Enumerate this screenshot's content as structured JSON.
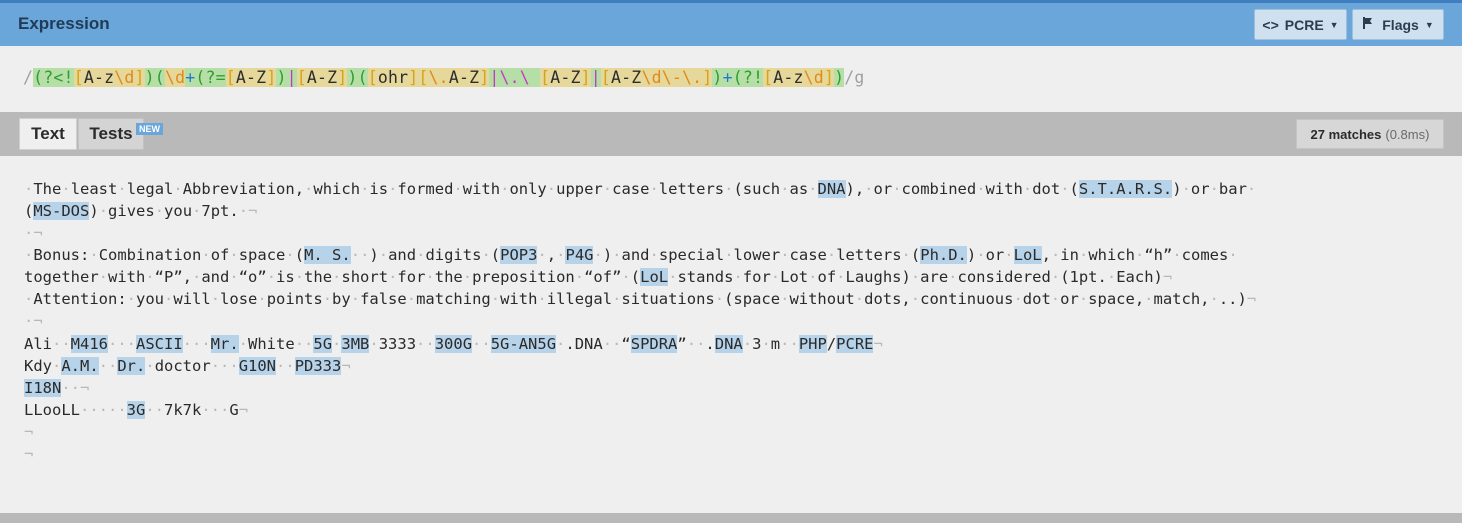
{
  "header": {
    "title": "Expression",
    "flavor_label": "PCRE",
    "flags_label": "Flags"
  },
  "regex": {
    "open_slash": "/",
    "tokens": [
      {
        "t": "(?<!",
        "c": "grp"
      },
      {
        "t": "[",
        "c": "clsb"
      },
      {
        "t": "A-z",
        "c": "cls"
      },
      {
        "t": "\\d",
        "c": "esc"
      },
      {
        "t": "]",
        "c": "clsb"
      },
      {
        "t": ")",
        "c": "grp"
      },
      {
        "t": "(",
        "c": "grp"
      },
      {
        "t": "\\d",
        "c": "esc"
      },
      {
        "t": "+",
        "c": "quant"
      },
      {
        "t": "(?=",
        "c": "grp"
      },
      {
        "t": "[",
        "c": "clsb"
      },
      {
        "t": "A-Z",
        "c": "cls"
      },
      {
        "t": "]",
        "c": "clsb"
      },
      {
        "t": ")",
        "c": "grp"
      },
      {
        "t": "|",
        "c": "alt"
      },
      {
        "t": "[",
        "c": "clsb"
      },
      {
        "t": "A-Z",
        "c": "cls"
      },
      {
        "t": "]",
        "c": "clsb"
      },
      {
        "t": ")",
        "c": "grp"
      },
      {
        "t": "(",
        "c": "grp"
      },
      {
        "t": "[",
        "c": "clsb"
      },
      {
        "t": "ohr",
        "c": "cls"
      },
      {
        "t": "]",
        "c": "clsb"
      },
      {
        "t": "[",
        "c": "clsb"
      },
      {
        "t": "\\.",
        "c": "esc"
      },
      {
        "t": "A-Z",
        "c": "cls"
      },
      {
        "t": "]",
        "c": "clsb"
      },
      {
        "t": "|",
        "c": "alt"
      },
      {
        "t": "\\.",
        "c": "esc2"
      },
      {
        "t": "\\ ",
        "c": "esc2"
      },
      {
        "t": "[",
        "c": "clsb"
      },
      {
        "t": "A-Z",
        "c": "cls"
      },
      {
        "t": "]",
        "c": "clsb"
      },
      {
        "t": "|",
        "c": "alt"
      },
      {
        "t": "[",
        "c": "clsb"
      },
      {
        "t": "A-Z",
        "c": "cls"
      },
      {
        "t": "\\d",
        "c": "esc"
      },
      {
        "t": "\\-",
        "c": "esc"
      },
      {
        "t": "\\.",
        "c": "esc"
      },
      {
        "t": "]",
        "c": "clsb"
      },
      {
        "t": ")",
        "c": "grp"
      },
      {
        "t": "+",
        "c": "quant"
      },
      {
        "t": "(?!",
        "c": "grp"
      },
      {
        "t": "[",
        "c": "clsb"
      },
      {
        "t": "A-z",
        "c": "cls"
      },
      {
        "t": "\\d",
        "c": "esc"
      },
      {
        "t": "]",
        "c": "clsb"
      },
      {
        "t": ")",
        "c": "grp"
      }
    ],
    "close": "/g"
  },
  "tabs": {
    "text_label": "Text",
    "tests_label": "Tests",
    "badge": "NEW"
  },
  "result": {
    "count_label": "27 matches",
    "time_label": "(0.8ms)"
  },
  "test_text": [
    {
      "segs": [
        {
          "w": "·"
        },
        {
          "s": "The"
        },
        {
          "w": "·"
        },
        {
          "s": "least"
        },
        {
          "w": "·"
        },
        {
          "s": "legal"
        },
        {
          "w": "·"
        },
        {
          "s": "Abbreviation,"
        },
        {
          "w": "·"
        },
        {
          "s": "which"
        },
        {
          "w": "·"
        },
        {
          "s": "is"
        },
        {
          "w": "·"
        },
        {
          "s": "formed"
        },
        {
          "w": "·"
        },
        {
          "s": "with"
        },
        {
          "w": "·"
        },
        {
          "s": "only"
        },
        {
          "w": "·"
        },
        {
          "s": "upper"
        },
        {
          "w": "·"
        },
        {
          "s": "case"
        },
        {
          "w": "·"
        },
        {
          "s": "letters"
        },
        {
          "w": "·"
        },
        {
          "s": "(such"
        },
        {
          "w": "·"
        },
        {
          "s": "as"
        },
        {
          "w": "·"
        },
        {
          "m": "DNA"
        },
        {
          "s": "),"
        },
        {
          "w": "·"
        },
        {
          "s": "or"
        },
        {
          "w": "·"
        },
        {
          "s": "combined"
        },
        {
          "w": "·"
        },
        {
          "s": "with"
        },
        {
          "w": "·"
        },
        {
          "s": "dot"
        },
        {
          "w": "·"
        },
        {
          "s": "("
        },
        {
          "m": "S.T.A.R.S."
        },
        {
          "s": ")"
        },
        {
          "w": "·"
        },
        {
          "s": "or"
        },
        {
          "w": "·"
        },
        {
          "s": "bar"
        },
        {
          "w": "·"
        }
      ]
    },
    {
      "segs": [
        {
          "s": "("
        },
        {
          "m": "MS-DOS"
        },
        {
          "s": ")"
        },
        {
          "w": "·"
        },
        {
          "s": "gives"
        },
        {
          "w": "·"
        },
        {
          "s": "you"
        },
        {
          "w": "·"
        },
        {
          "s": "7pt."
        },
        {
          "w": "·¬"
        }
      ]
    },
    {
      "segs": [
        {
          "w": "·¬"
        }
      ]
    },
    {
      "segs": [
        {
          "w": "·"
        },
        {
          "s": "Bonus:"
        },
        {
          "w": "·"
        },
        {
          "s": "Combination"
        },
        {
          "w": "·"
        },
        {
          "s": "of"
        },
        {
          "w": "·"
        },
        {
          "s": "space"
        },
        {
          "w": "·"
        },
        {
          "s": "("
        },
        {
          "m": "M. S."
        },
        {
          "w": "··"
        },
        {
          "s": ")"
        },
        {
          "w": "·"
        },
        {
          "s": "and"
        },
        {
          "w": "·"
        },
        {
          "s": "digits"
        },
        {
          "w": "·"
        },
        {
          "s": "("
        },
        {
          "m": "POP3"
        },
        {
          "w": "·"
        },
        {
          "s": ","
        },
        {
          "w": "·"
        },
        {
          "m": "P4G"
        },
        {
          "w": "·"
        },
        {
          "s": ")"
        },
        {
          "w": "·"
        },
        {
          "s": "and"
        },
        {
          "w": "·"
        },
        {
          "s": "special"
        },
        {
          "w": "·"
        },
        {
          "s": "lower"
        },
        {
          "w": "·"
        },
        {
          "s": "case"
        },
        {
          "w": "·"
        },
        {
          "s": "letters"
        },
        {
          "w": "·"
        },
        {
          "s": "("
        },
        {
          "m": "Ph.D."
        },
        {
          "s": ")"
        },
        {
          "w": "·"
        },
        {
          "s": "or"
        },
        {
          "w": "·"
        },
        {
          "m": "LoL"
        },
        {
          "s": ","
        },
        {
          "w": "·"
        },
        {
          "s": "in"
        },
        {
          "w": "·"
        },
        {
          "s": "which"
        },
        {
          "w": "·"
        },
        {
          "s": "“h”"
        },
        {
          "w": "·"
        },
        {
          "s": "comes"
        },
        {
          "w": "·"
        }
      ]
    },
    {
      "segs": [
        {
          "s": "together"
        },
        {
          "w": "·"
        },
        {
          "s": "with"
        },
        {
          "w": "·"
        },
        {
          "s": "“P”,"
        },
        {
          "w": "·"
        },
        {
          "s": "and"
        },
        {
          "w": "·"
        },
        {
          "s": "“o”"
        },
        {
          "w": "·"
        },
        {
          "s": "is"
        },
        {
          "w": "·"
        },
        {
          "s": "the"
        },
        {
          "w": "·"
        },
        {
          "s": "short"
        },
        {
          "w": "·"
        },
        {
          "s": "for"
        },
        {
          "w": "·"
        },
        {
          "s": "the"
        },
        {
          "w": "·"
        },
        {
          "s": "preposition"
        },
        {
          "w": "·"
        },
        {
          "s": "“of”"
        },
        {
          "w": "·"
        },
        {
          "s": "("
        },
        {
          "m": "LoL"
        },
        {
          "w": "·"
        },
        {
          "s": "stands"
        },
        {
          "w": "·"
        },
        {
          "s": "for"
        },
        {
          "w": "·"
        },
        {
          "s": "Lot"
        },
        {
          "w": "·"
        },
        {
          "s": "of"
        },
        {
          "w": "·"
        },
        {
          "s": "Laughs)"
        },
        {
          "w": "·"
        },
        {
          "s": "are"
        },
        {
          "w": "·"
        },
        {
          "s": "considered"
        },
        {
          "w": "·"
        },
        {
          "s": "(1pt."
        },
        {
          "w": "·"
        },
        {
          "s": "Each)"
        },
        {
          "w": "¬"
        }
      ]
    },
    {
      "segs": [
        {
          "w": "·"
        },
        {
          "s": "Attention:"
        },
        {
          "w": "·"
        },
        {
          "s": "you"
        },
        {
          "w": "·"
        },
        {
          "s": "will"
        },
        {
          "w": "·"
        },
        {
          "s": "lose"
        },
        {
          "w": "·"
        },
        {
          "s": "points"
        },
        {
          "w": "·"
        },
        {
          "s": "by"
        },
        {
          "w": "·"
        },
        {
          "s": "false"
        },
        {
          "w": "·"
        },
        {
          "s": "matching"
        },
        {
          "w": "·"
        },
        {
          "s": "with"
        },
        {
          "w": "·"
        },
        {
          "s": "illegal"
        },
        {
          "w": "·"
        },
        {
          "s": "situations"
        },
        {
          "w": "·"
        },
        {
          "s": "(space"
        },
        {
          "w": "·"
        },
        {
          "s": "without"
        },
        {
          "w": "·"
        },
        {
          "s": "dots,"
        },
        {
          "w": "·"
        },
        {
          "s": "continuous"
        },
        {
          "w": "·"
        },
        {
          "s": "dot"
        },
        {
          "w": "·"
        },
        {
          "s": "or"
        },
        {
          "w": "·"
        },
        {
          "s": "space,"
        },
        {
          "w": "·"
        },
        {
          "s": "match,"
        },
        {
          "w": "·"
        },
        {
          "s": "..)"
        },
        {
          "w": "¬"
        }
      ]
    },
    {
      "segs": [
        {
          "w": "·¬"
        }
      ]
    },
    {
      "segs": [
        {
          "s": "Ali"
        },
        {
          "w": "··"
        },
        {
          "m": "M416"
        },
        {
          "w": "···"
        },
        {
          "m": "ASCII"
        },
        {
          "w": "···"
        },
        {
          "m": "Mr."
        },
        {
          "w": "·"
        },
        {
          "s": "White"
        },
        {
          "w": "··"
        },
        {
          "m": "5G"
        },
        {
          "w": "·"
        },
        {
          "m": "3MB"
        },
        {
          "w": "·"
        },
        {
          "s": "3333"
        },
        {
          "w": "··"
        },
        {
          "m": "300G"
        },
        {
          "w": "··"
        },
        {
          "m": "5G-AN5G"
        },
        {
          "w": "·"
        },
        {
          "s": ".DNA"
        },
        {
          "w": "··"
        },
        {
          "s": "“"
        },
        {
          "m": "SPDRA"
        },
        {
          "s": "”"
        },
        {
          "w": "··"
        },
        {
          "s": "."
        },
        {
          "m": "DNA"
        },
        {
          "w": "·"
        },
        {
          "s": "3"
        },
        {
          "w": "·"
        },
        {
          "s": "m"
        },
        {
          "w": "··"
        },
        {
          "m": "PHP"
        },
        {
          "s": "/"
        },
        {
          "m": "PCRE"
        },
        {
          "w": "¬"
        }
      ]
    },
    {
      "segs": [
        {
          "s": "Kdy"
        },
        {
          "w": "·"
        },
        {
          "m": "A.M."
        },
        {
          "w": "··"
        },
        {
          "m": "Dr."
        },
        {
          "w": "·"
        },
        {
          "s": "doctor"
        },
        {
          "w": "···"
        },
        {
          "m": "G10N"
        },
        {
          "w": "··"
        },
        {
          "m": "PD333"
        },
        {
          "w": "¬"
        }
      ]
    },
    {
      "segs": [
        {
          "m": "I18N"
        },
        {
          "w": "··¬"
        }
      ]
    },
    {
      "segs": [
        {
          "s": "LLooLL"
        },
        {
          "w": "·····"
        },
        {
          "m": "3G"
        },
        {
          "w": "··"
        },
        {
          "s": "7k7k"
        },
        {
          "w": "···"
        },
        {
          "s": "G"
        },
        {
          "w": "¬"
        }
      ]
    },
    {
      "segs": [
        {
          "w": "¬"
        }
      ]
    },
    {
      "segs": [
        {
          "w": "¬"
        }
      ]
    }
  ]
}
